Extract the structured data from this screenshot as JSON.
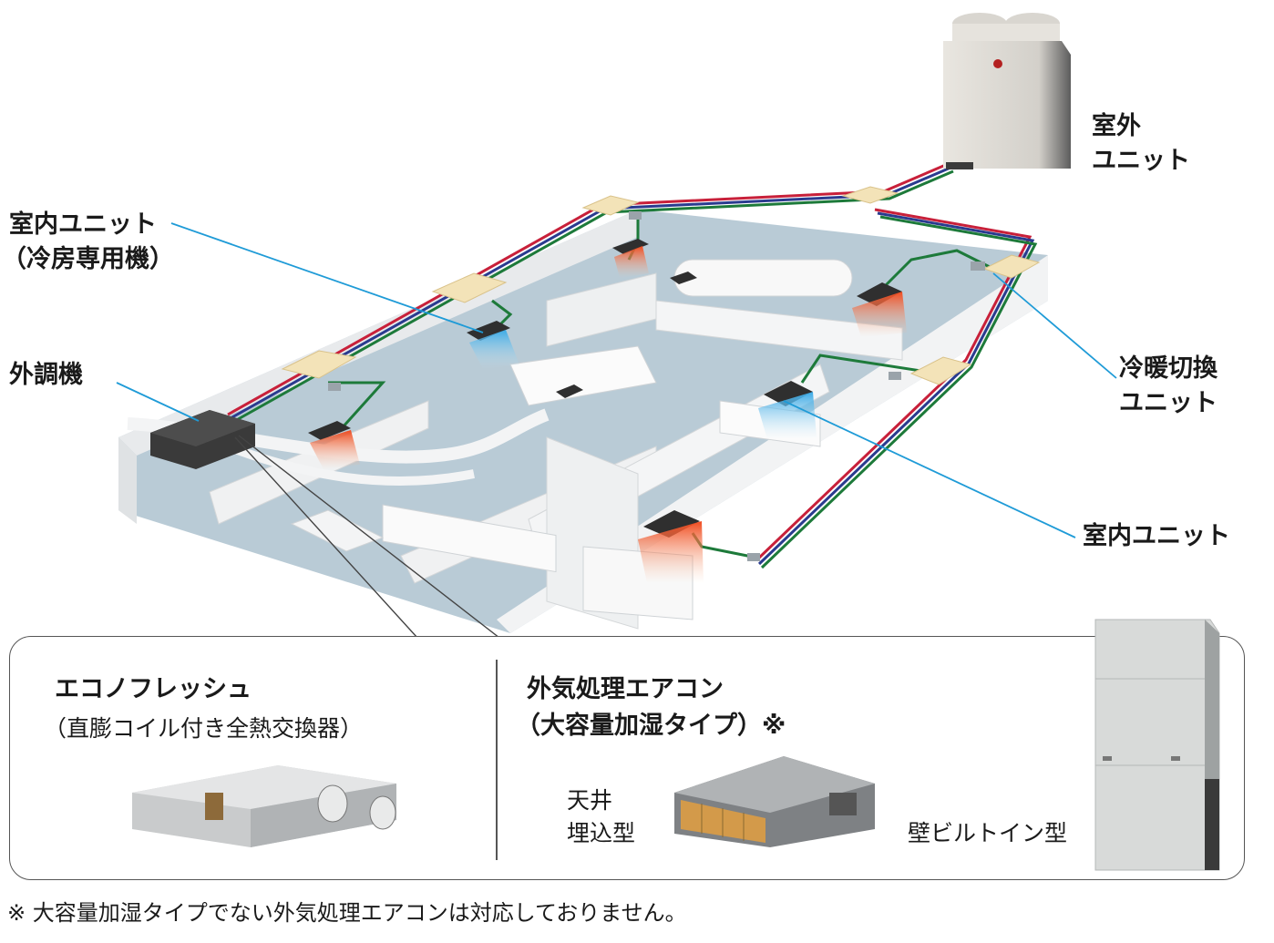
{
  "labels": {
    "outdoor_unit": [
      "室外",
      "ユニット"
    ],
    "indoor_unit_cooling": [
      "室内ユニット",
      "（冷房専用機）"
    ],
    "outside_air_unit": "外調機",
    "cool_heat_switch": [
      "冷暖切換",
      "ユニット"
    ],
    "indoor_unit": "室内ユニット"
  },
  "panel": {
    "left": {
      "title": "エコノフレッシュ",
      "subtitle": "（直膨コイル付き全熱交換器）"
    },
    "right": {
      "title": "外気処理エアコン",
      "subtitle": "（大容量加湿タイプ）※",
      "ceiling_label": [
        "天井",
        "埋込型"
      ],
      "wall_label": "壁ビルトイン型"
    }
  },
  "footnote": "※ 大容量加湿タイプでない外気処理エアコンは対応しておりません。",
  "colors": {
    "leader_line": "#1f9bd7",
    "floor": "#b9cbd6",
    "wall": "#eef0f1",
    "pipe_red": "#c8203a",
    "pipe_blue": "#2a3b8f",
    "pipe_green": "#1d7a3a",
    "branch_box": "#f3e3b8",
    "unit_dark": "#3a3a3a",
    "warm_air": "#f26b3a",
    "cool_air": "#4cb3ea"
  }
}
